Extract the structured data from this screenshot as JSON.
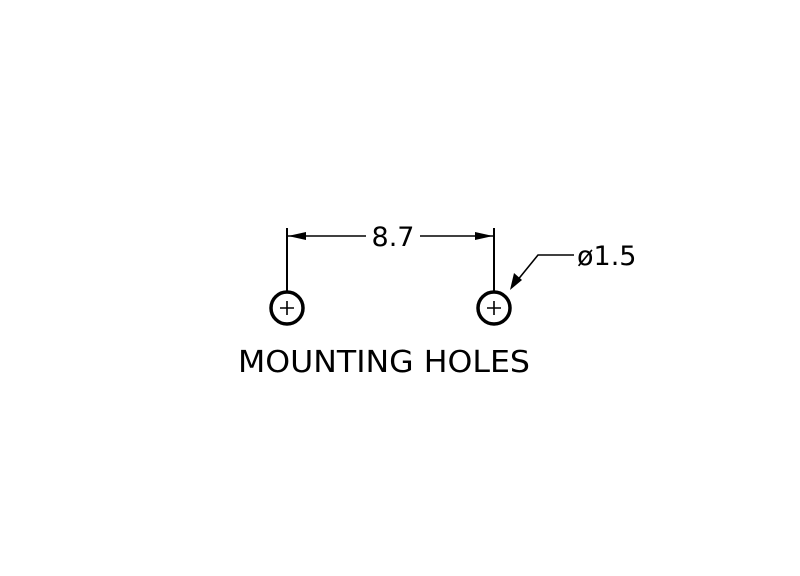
{
  "dimension": {
    "label": "8.7"
  },
  "diameter": {
    "label": "ø1.5"
  },
  "caption": "MOUNTING HOLES",
  "colors": {
    "line": "#000000",
    "background": "#ffffff"
  }
}
